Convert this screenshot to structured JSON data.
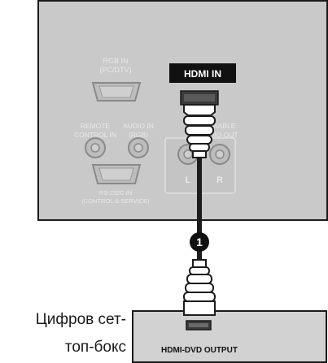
{
  "tv_panel": {
    "hdmi_in_label": "HDMI IN",
    "rgb_in_label_line1": "RGB IN",
    "rgb_in_label_line2": "(PC/DTV)",
    "remote_label_line1": "REMOTE",
    "remote_label_line2": "CONTROL IN",
    "audio_in_label_line1": "AUDIO IN",
    "audio_in_label_line2": "(RGB)",
    "variable_audio_label_line1": "VARIABLE",
    "variable_audio_label_line2": "AUDIO OUT",
    "rs232_label_line1": "RS-232C IN",
    "rs232_label_line2": "(CONTROL & SERVICE)",
    "audio_left_label": "L",
    "audio_right_label": "R"
  },
  "connection_marker": "1",
  "set_top_box": {
    "output_label": "HDMI-DVD OUTPUT",
    "caption_line1": "Цифров сет-",
    "caption_line2": "топ-бокс"
  },
  "colors": {
    "panel": "#c9c9c9",
    "panel_text": "#e9e9e9",
    "label_box": "#111111",
    "cable": "#1c1c1c",
    "device": "#d2d2d2"
  }
}
